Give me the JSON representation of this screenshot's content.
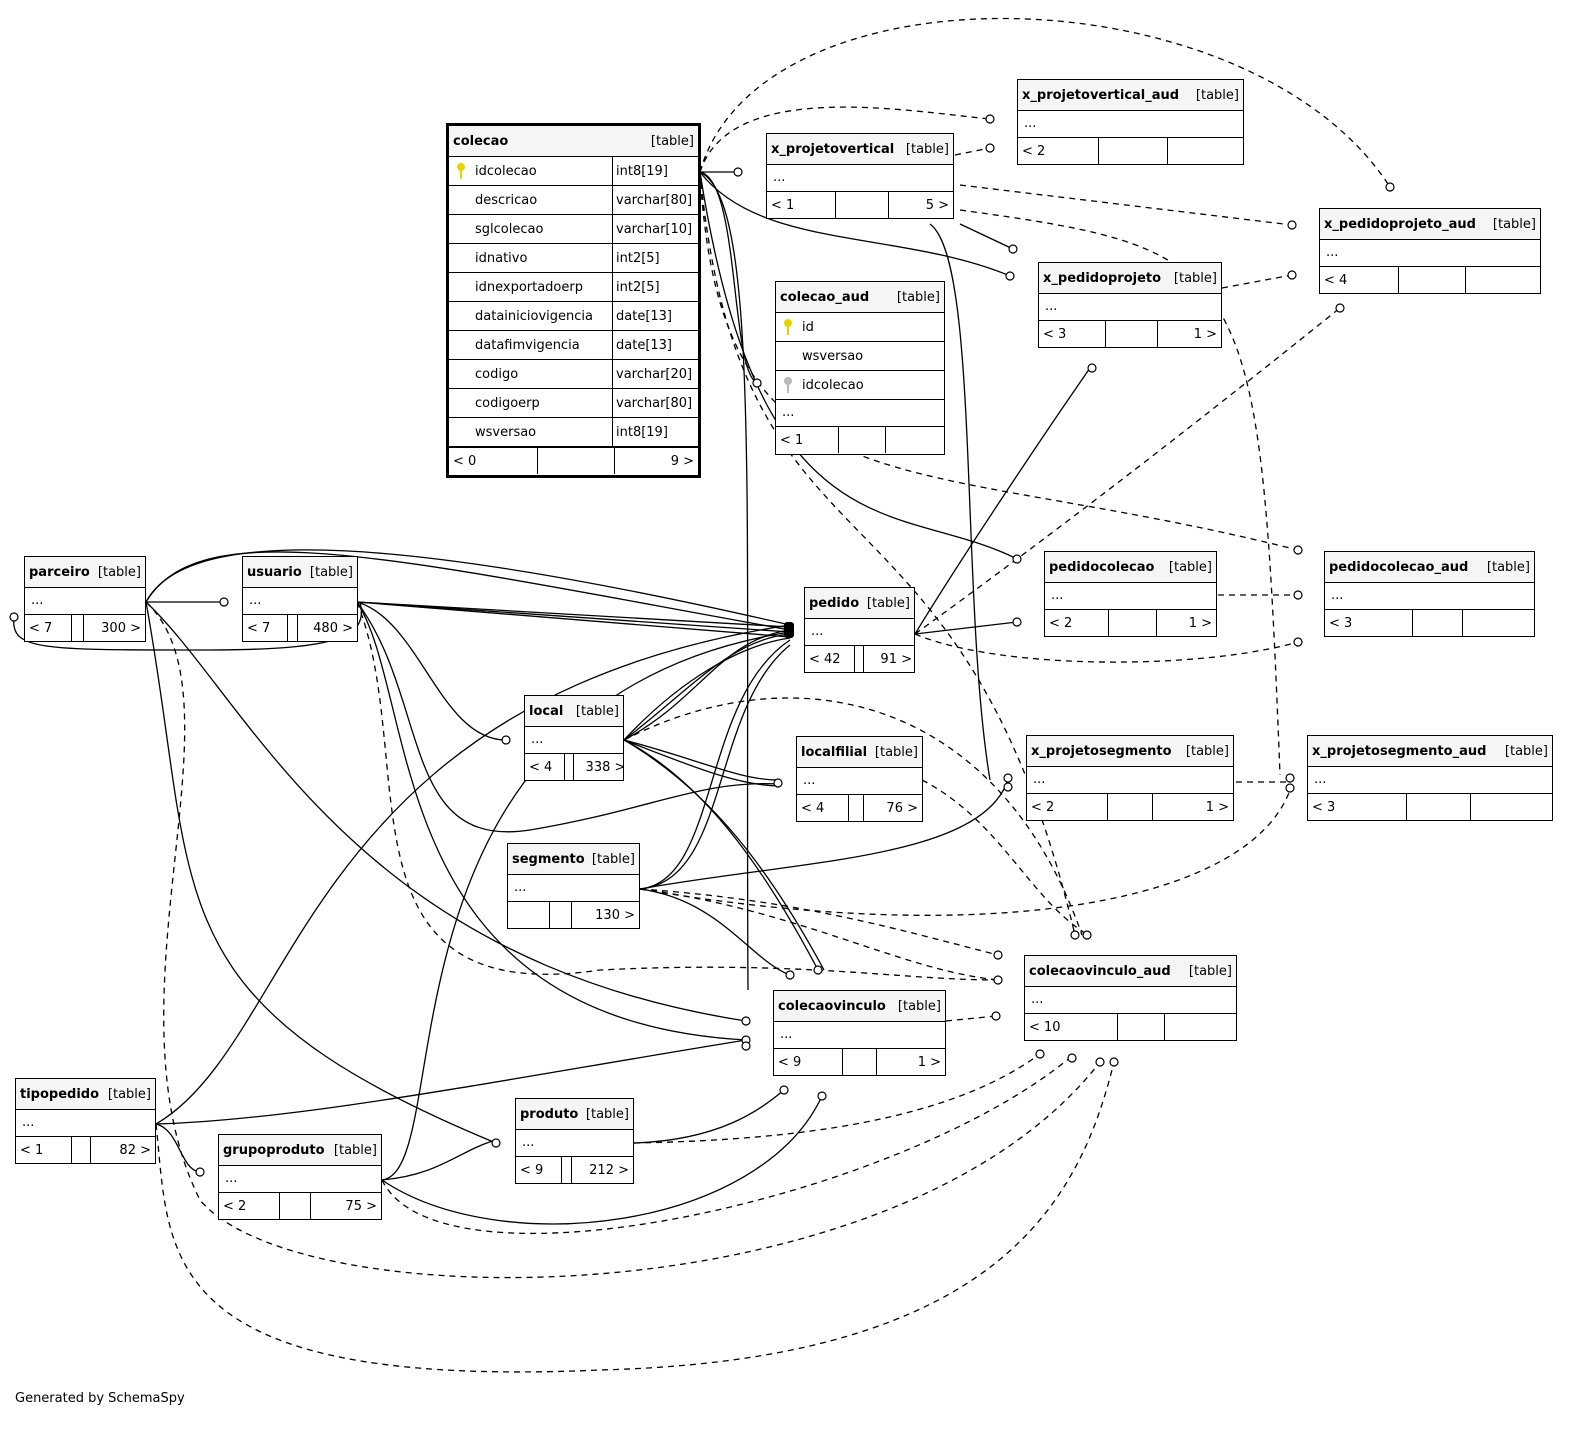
{
  "tables": {
    "colecao": {
      "name": "colecao",
      "type": "[table]",
      "columns": [
        {
          "name": "idcolecao",
          "type": "int8[19]"
        },
        {
          "name": "descricao",
          "type": "varchar[80]"
        },
        {
          "name": "sglcolecao",
          "type": "varchar[10]"
        },
        {
          "name": "idnativo",
          "type": "int2[5]"
        },
        {
          "name": "idnexportadoerp",
          "type": "int2[5]"
        },
        {
          "name": "datainiciovigencia",
          "type": "date[13]"
        },
        {
          "name": "datafimvigencia",
          "type": "date[13]"
        },
        {
          "name": "codigo",
          "type": "varchar[20]"
        },
        {
          "name": "codigoerp",
          "type": "varchar[80]"
        },
        {
          "name": "wsversao",
          "type": "int8[19]"
        }
      ],
      "counts": {
        "parents": "< 0",
        "mid": "",
        "children": "9 >"
      }
    },
    "colecao_aud": {
      "name": "colecao_aud",
      "type": "[table]",
      "columns": [
        "id",
        "wsversao",
        "idcolecao"
      ],
      "ellipsis": "...",
      "counts": {
        "parents": "< 1",
        "mid": "",
        "children": ""
      }
    },
    "x_projetovertical": {
      "name": "x_projetovertical",
      "type": "[table]",
      "ellipsis": "...",
      "counts": {
        "parents": "< 1",
        "mid": "",
        "children": "5 >"
      }
    },
    "x_projetovertical_aud": {
      "name": "x_projetovertical_aud",
      "type": "[table]",
      "ellipsis": "...",
      "counts": {
        "parents": "< 2",
        "mid": "",
        "children": ""
      }
    },
    "x_pedidoprojeto_aud": {
      "name": "x_pedidoprojeto_aud",
      "type": "[table]",
      "ellipsis": "...",
      "counts": {
        "parents": "< 4",
        "mid": "",
        "children": ""
      }
    },
    "x_pedidoprojeto": {
      "name": "x_pedidoprojeto",
      "type": "[table]",
      "ellipsis": "...",
      "counts": {
        "parents": "< 3",
        "mid": "",
        "children": "1 >"
      }
    },
    "parceiro": {
      "name": "parceiro",
      "type": "[table]",
      "ellipsis": "...",
      "counts": {
        "parents": "< 7",
        "mid": "",
        "children": "300 >"
      }
    },
    "usuario": {
      "name": "usuario",
      "type": "[table]",
      "ellipsis": "...",
      "counts": {
        "parents": "< 7",
        "mid": "",
        "children": "480 >"
      }
    },
    "pedido": {
      "name": "pedido",
      "type": "[table]",
      "ellipsis": "...",
      "counts": {
        "parents": "< 42",
        "mid": "",
        "children": "91 >"
      }
    },
    "pedidocolecao": {
      "name": "pedidocolecao",
      "type": "[table]",
      "ellipsis": "...",
      "counts": {
        "parents": "< 2",
        "mid": "",
        "children": "1 >"
      }
    },
    "pedidocolecao_aud": {
      "name": "pedidocolecao_aud",
      "type": "[table]",
      "ellipsis": "...",
      "counts": {
        "parents": "< 3",
        "mid": "",
        "children": ""
      }
    },
    "local": {
      "name": "local",
      "type": "[table]",
      "ellipsis": "...",
      "counts": {
        "parents": "< 4",
        "mid": "",
        "children": "338 >"
      }
    },
    "localfilial": {
      "name": "localfilial",
      "type": "[table]",
      "ellipsis": "...",
      "counts": {
        "parents": "< 4",
        "mid": "",
        "children": "76 >"
      }
    },
    "x_projetosegmento": {
      "name": "x_projetosegmento",
      "type": "[table]",
      "ellipsis": "...",
      "counts": {
        "parents": "< 2",
        "mid": "",
        "children": "1 >"
      }
    },
    "x_projetosegmento_aud": {
      "name": "x_projetosegmento_aud",
      "type": "[table]",
      "ellipsis": "...",
      "counts": {
        "parents": "< 3",
        "mid": "",
        "children": ""
      }
    },
    "segmento": {
      "name": "segmento",
      "type": "[table]",
      "ellipsis": "...",
      "counts": {
        "parents": "",
        "mid": "",
        "children": "130 >"
      }
    },
    "colecaovinculo_aud": {
      "name": "colecaovinculo_aud",
      "type": "[table]",
      "ellipsis": "...",
      "counts": {
        "parents": "< 10",
        "mid": "",
        "children": ""
      }
    },
    "colecaovinculo": {
      "name": "colecaovinculo",
      "type": "[table]",
      "ellipsis": "...",
      "counts": {
        "parents": "< 9",
        "mid": "",
        "children": "1 >"
      }
    },
    "tipopedido": {
      "name": "tipopedido",
      "type": "[table]",
      "ellipsis": "...",
      "counts": {
        "parents": "< 1",
        "mid": "",
        "children": "82 >"
      }
    },
    "produto": {
      "name": "produto",
      "type": "[table]",
      "ellipsis": "...",
      "counts": {
        "parents": "< 9",
        "mid": "",
        "children": "212 >"
      }
    },
    "grupoproduto": {
      "name": "grupoproduto",
      "type": "[table]",
      "ellipsis": "...",
      "counts": {
        "parents": "< 2",
        "mid": "",
        "children": "75 >"
      }
    }
  },
  "colors": {
    "primary_key": "#e8d400",
    "foreign_key": "#b8b8b8",
    "line": "#000000",
    "header_bg": "#f5f5f5"
  },
  "footer": "Generated by SchemaSpy"
}
